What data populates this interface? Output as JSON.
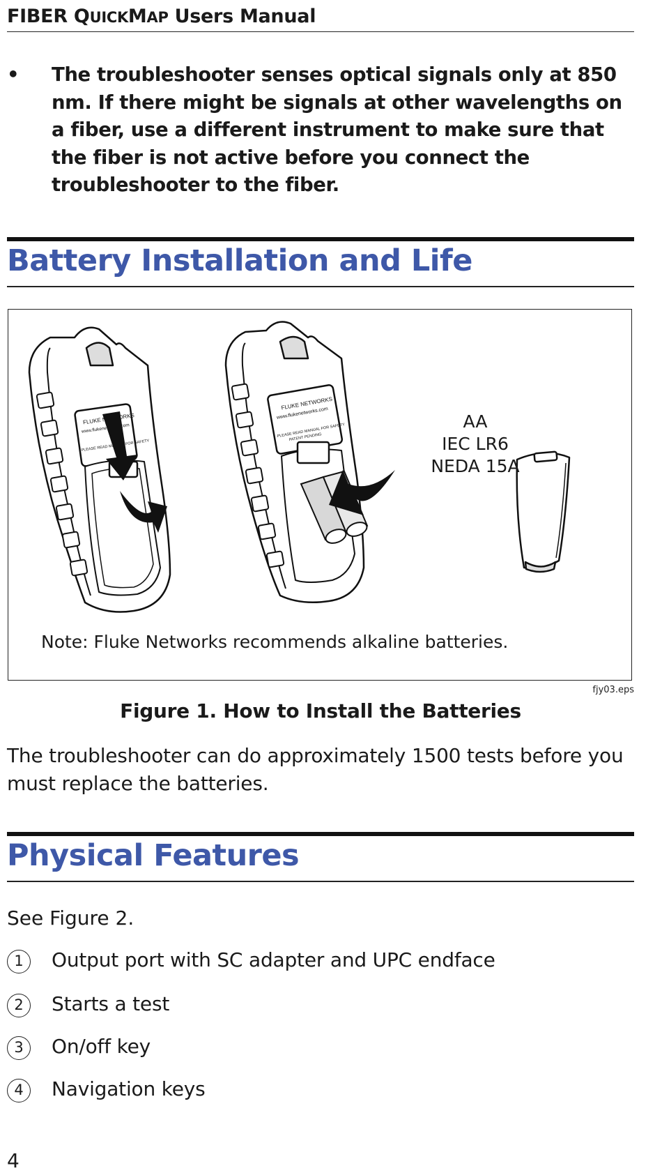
{
  "header": {
    "title_part1": "FIBER ",
    "title_q": "Q",
    "title_uick": "UICK",
    "title_m": "M",
    "title_ap": "AP",
    "title_part2": " Users Manual"
  },
  "bullet": {
    "marker": "•",
    "text": "The troubleshooter senses optical signals only at 850 nm. If there might be signals at other wavelengths on a fiber, use a different instrument to make sure that the fiber is not active before you connect the troubleshooter to the fiber."
  },
  "sections": {
    "battery": {
      "heading": "Battery Installation and Life"
    },
    "physical": {
      "heading": "Physical Features"
    }
  },
  "figure1": {
    "battery_type_line1": "AA",
    "battery_type_line2": "IEC LR6",
    "battery_type_line3": "NEDA 15A",
    "note": "Note: Fluke Networks recommends alkaline batteries.",
    "label_brand": "FLUKE NETWORKS",
    "label_url": "www.flukenetworks.com",
    "label_warning": "PLEASE READ MANUAL FOR SAFETY",
    "label_patent": "PATENT PENDING",
    "file_name": "fjy03.eps",
    "caption": "Figure 1. How to Install the Batteries"
  },
  "battery_life_text": "The troubleshooter can do approximately 1500 tests before you must replace the batteries.",
  "see_figure": "See Figure 2.",
  "features": [
    {
      "num": "1",
      "text": "Output port with SC adapter and UPC endface"
    },
    {
      "num": "2",
      "text": "Starts a test"
    },
    {
      "num": "3",
      "text": "On/off key"
    },
    {
      "num": "4",
      "text": "Navigation keys"
    }
  ],
  "page_number": "4"
}
